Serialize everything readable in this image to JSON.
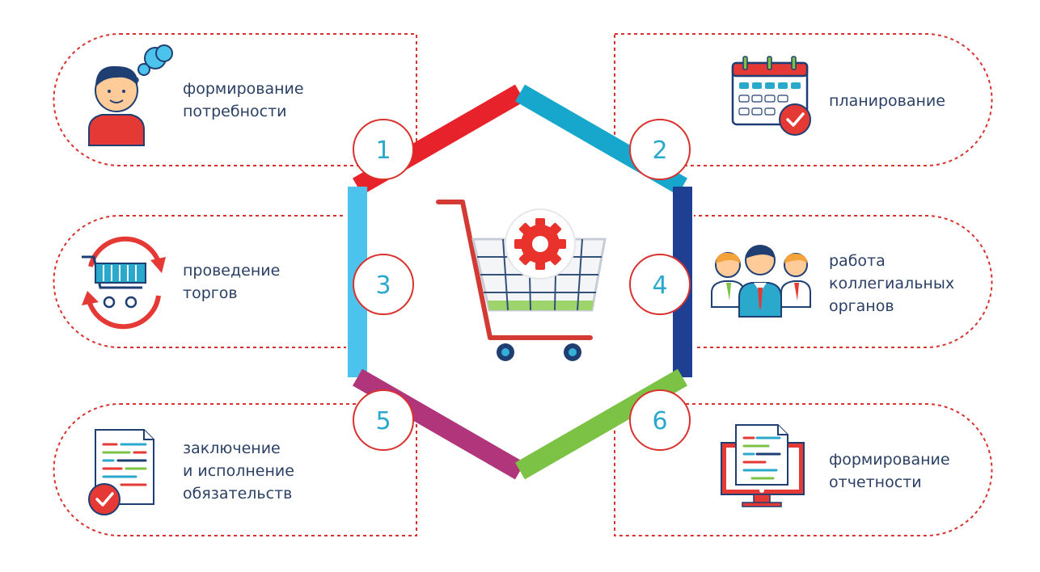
{
  "steps": [
    {
      "number": "1",
      "label": "формирование\nпотребности",
      "icon": "person-thinking-icon",
      "color": "#e8222b"
    },
    {
      "number": "2",
      "label": "планирование",
      "icon": "calendar-check-icon",
      "color": "#17a7cc"
    },
    {
      "number": "3",
      "label": "проведение\nторгов",
      "icon": "cart-cycle-icon",
      "color": "#4cc3ec"
    },
    {
      "number": "4",
      "label": "работа\nколлегиальных\nорганов",
      "icon": "committee-people-icon",
      "color": "#1f3f92"
    },
    {
      "number": "5",
      "label": "заключение\nи исполнение\nобязательств",
      "icon": "contract-document-icon",
      "color": "#b0357a"
    },
    {
      "number": "6",
      "label": "формирование\nотчетности",
      "icon": "report-monitor-icon",
      "color": "#7cc245"
    }
  ],
  "center_icon": "shopping-cart-gear-icon",
  "colors": {
    "dashed_border": "#d9322e",
    "circle_border": "#d9322e",
    "number_text": "#2aa9cc",
    "label_text": "#2b4064",
    "accent_red": "#e53935"
  }
}
